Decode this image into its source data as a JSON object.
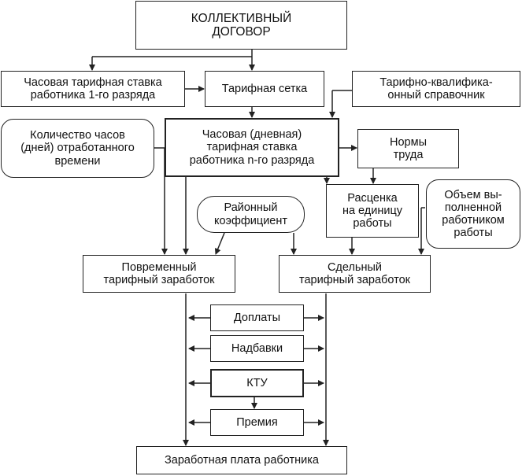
{
  "nodes": {
    "collective_agreement": "КОЛЛЕКТИВНЫЙ\nДОГОВОР",
    "hourly_rate_grade1": "Часовая тарифная ставка\nработника 1-го разряда",
    "tariff_grid": "Тарифная сетка",
    "tariff_qualification_reference": "Тарифно-квалифика-\nонный справочник",
    "hours_worked": "Количество часов\n(дней) отработанного\nвремени",
    "hourly_rate_grade_n": "Часовая (дневная)\nтарифная ставка\nработника n-го разряда",
    "labor_norms": "Нормы\nтруда",
    "regional_coefficient": "Районный\nкоэффициент",
    "piece_rate_per_unit": "Расценка\nна единицу\nработы",
    "work_volume": "Объем вы-\nполненной\nработником\nработы",
    "time_based_earnings": "Повременный\nтарифный заработок",
    "piecework_earnings": "Сдельный\nтарифный заработок",
    "surcharges": "Доплаты",
    "allowances": "Надбавки",
    "ktu": "КТУ",
    "bonus": "Премия",
    "employee_wage": "Заработная плата работника"
  }
}
